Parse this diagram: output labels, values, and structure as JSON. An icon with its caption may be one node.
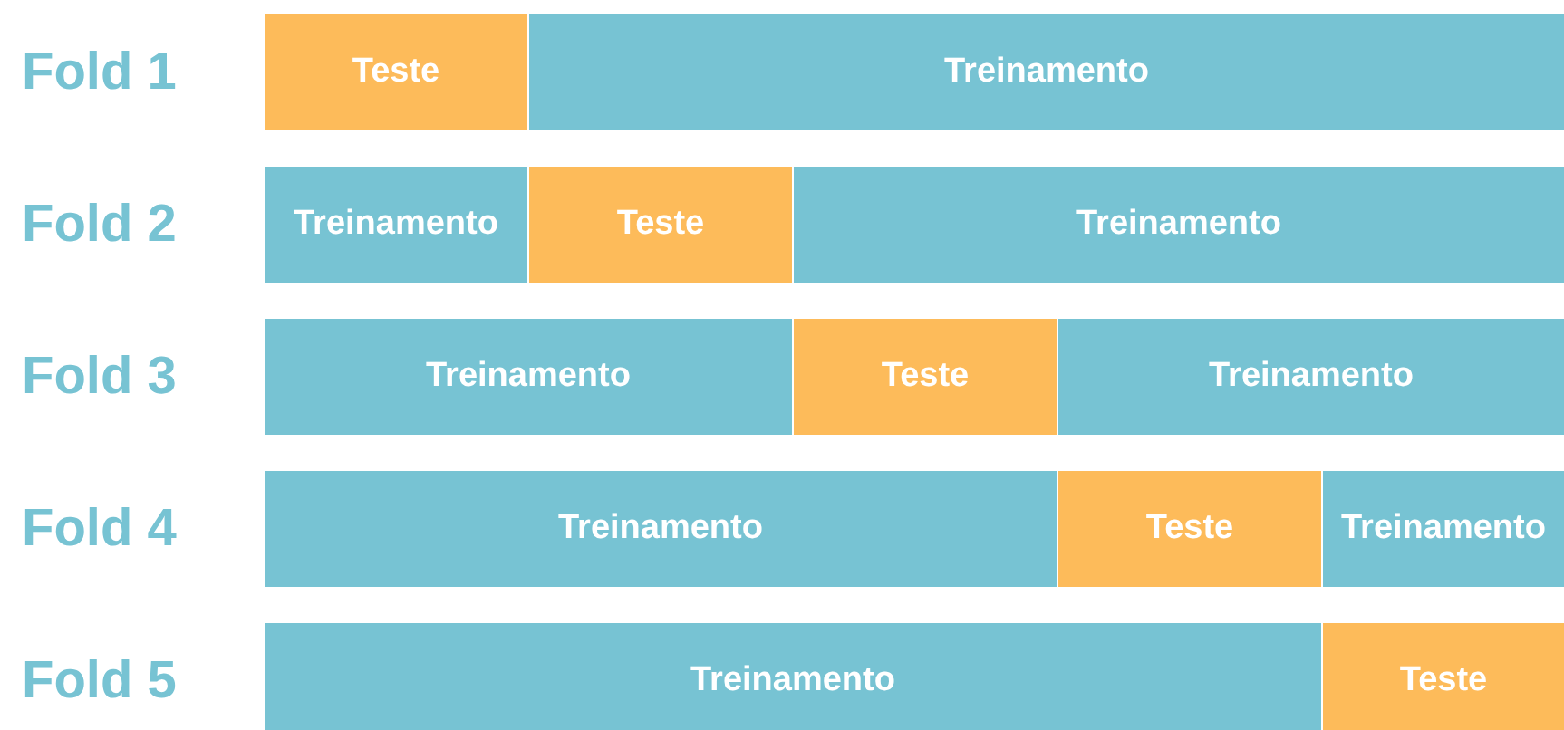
{
  "diagram": {
    "nodes": [
      {
        "text": [
          "Teste"
        ]
      },
      {
        "text": [
          "Treinamento"
        ]
      },
      {
        "text": [
          "Treinamento"
        ]
      },
      {
        "text": [
          "Teste"
        ]
      },
      {
        "text": [
          "Treinamento"
        ]
      },
      {
        "text": [
          "Treinamento"
        ]
      },
      {
        "text": [
          "Teste"
        ]
      },
      {
        "text": [
          "Treinamento"
        ]
      },
      {
        "text": [
          "Treinamento"
        ]
      },
      {
        "text": [
          "Teste"
        ]
      },
      {
        "text": [
          "Treinamento"
        ]
      },
      {
        "text": [
          "Treinamento"
        ]
      },
      {
        "text": [
          "Teste"
        ]
      }
    ],
    "edges": [],
    "labels": [
      "Fold 1",
      "Fold 2",
      "Fold 3",
      "Fold 4",
      "Fold 5"
    ]
  }
}
